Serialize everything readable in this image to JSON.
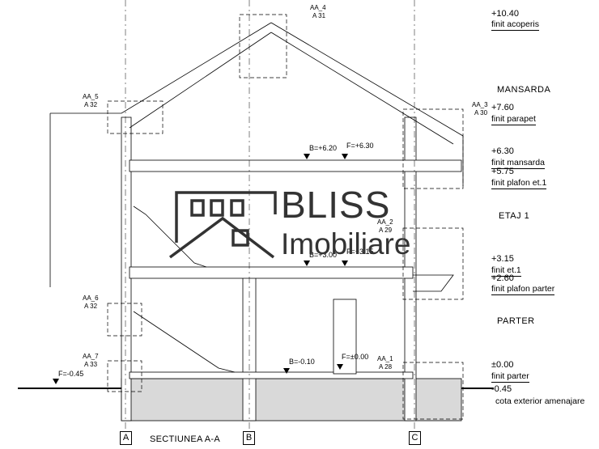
{
  "levels": {
    "roof": {
      "value": "+10.40",
      "name": "finit acoperis"
    },
    "parapet": {
      "value": "+7.60",
      "name": "finit parapet"
    },
    "attic": {
      "value": "+6.30",
      "name": "finit mansarda"
    },
    "ceiling1": {
      "value": "+5.75",
      "name": "finit plafon et.1"
    },
    "floor1": {
      "value": "+3.15",
      "name": "finit et.1"
    },
    "ceiling0": {
      "value": "+2.60",
      "name": "finit plafon parter"
    },
    "ground": {
      "value": "±0.00",
      "name": "finit parter"
    },
    "exterior": {
      "value": "-0.45",
      "name": "cota exterior amenajare"
    }
  },
  "floors": {
    "attic": "MANSARDA",
    "first": "ETAJ  1",
    "ground": "PARTER"
  },
  "details": [
    {
      "id": "AA_4",
      "sheet": "A 31"
    },
    {
      "id": "AA_5",
      "sheet": "A 32"
    },
    {
      "id": "AA_3",
      "sheet": "A 30"
    },
    {
      "id": "AA_2",
      "sheet": "A 29"
    },
    {
      "id": "AA_6",
      "sheet": "A 32"
    },
    {
      "id": "AA_7",
      "sheet": "A 33"
    },
    {
      "id": "AA_1",
      "sheet": "A 28"
    }
  ],
  "markers": {
    "b_attic": "B=+6.20",
    "f_attic": "F=+6.30",
    "b_first": "B=+3.00",
    "f_first": "F=+3.15",
    "b_ground": "B=-0.10",
    "f_ground": "F=±0.00",
    "f_exterior": "F=-0.45"
  },
  "axes": [
    "A",
    "B",
    "C"
  ],
  "section_title": "SECTIUNEA A-A",
  "watermark": {
    "line1": "BLISS",
    "line2": "Imobiliare"
  }
}
